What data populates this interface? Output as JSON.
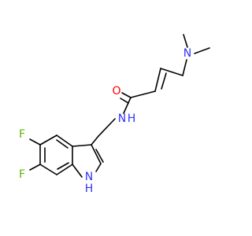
{
  "atom_labels": {
    "amine_n": "N",
    "carbonyl_o": "O",
    "amide_n": "N",
    "amide_h": "H",
    "fluorine_5": "F",
    "fluorine_6": "F",
    "indole_nh": "N",
    "indole_h": "H"
  },
  "colors": {
    "bond": "#000000",
    "nitrogen": "#3333ff",
    "oxygen": "#ff0000",
    "fluorine": "#5fb400"
  }
}
